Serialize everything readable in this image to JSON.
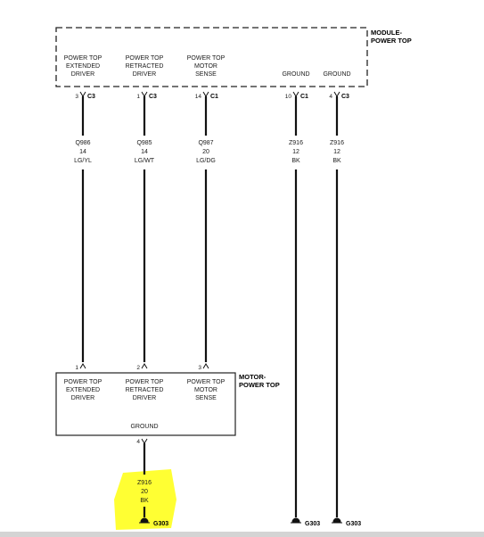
{
  "module": {
    "title_line1": "MODULE-",
    "title_line2": "POWER TOP",
    "pins": [
      {
        "l1": "POWER TOP",
        "l2": "EXTENDED",
        "l3": "DRIVER",
        "pin": "3",
        "conn": "C3"
      },
      {
        "l1": "POWER TOP",
        "l2": "RETRACTED",
        "l3": "DRIVER",
        "pin": "1",
        "conn": "C3"
      },
      {
        "l1": "POWER TOP",
        "l2": "MOTOR",
        "l3": "SENSE",
        "pin": "14",
        "conn": "C1"
      },
      {
        "l1": "",
        "l2": "",
        "l3": "GROUND",
        "pin": "10",
        "conn": "C1"
      },
      {
        "l1": "",
        "l2": "",
        "l3": "GROUND",
        "pin": "4",
        "conn": "C3"
      }
    ]
  },
  "wires": [
    {
      "circuit": "Q986",
      "gauge": "14",
      "color": "LG/YL"
    },
    {
      "circuit": "Q985",
      "gauge": "14",
      "color": "LG/WT"
    },
    {
      "circuit": "Q987",
      "gauge": "20",
      "color": "LG/DG"
    },
    {
      "circuit": "Z916",
      "gauge": "12",
      "color": "BK"
    },
    {
      "circuit": "Z916",
      "gauge": "12",
      "color": "BK"
    }
  ],
  "motor": {
    "title_line1": "MOTOR-",
    "title_line2": "POWER TOP",
    "pins": [
      {
        "l1": "POWER TOP",
        "l2": "EXTENDED",
        "l3": "DRIVER",
        "pin": "1"
      },
      {
        "l1": "POWER TOP",
        "l2": "RETRACTED",
        "l3": "DRIVER",
        "pin": "2"
      },
      {
        "l1": "POWER TOP",
        "l2": "MOTOR",
        "l3": "SENSE",
        "pin": "3"
      }
    ],
    "ground_label": "GROUND",
    "ground_pin": "4"
  },
  "motor_ground_wire": {
    "circuit": "Z916",
    "gauge": "20",
    "color": "BK"
  },
  "grounds": [
    "G303",
    "G303",
    "G303"
  ],
  "highlight_color": "#ffff33"
}
